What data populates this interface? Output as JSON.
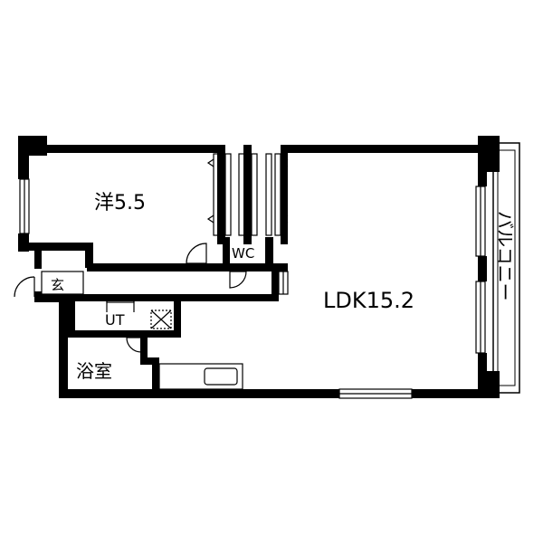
{
  "floorplan": {
    "rooms": {
      "western_room": "洋5.5",
      "ldk": "LDK15.2",
      "wc": "WC",
      "entrance": "玄",
      "utility": "UT",
      "bathroom": "浴室",
      "balcony": "バルコニー"
    },
    "colors": {
      "wall": "#000000",
      "background": "#ffffff",
      "fixture": "#555555"
    }
  }
}
